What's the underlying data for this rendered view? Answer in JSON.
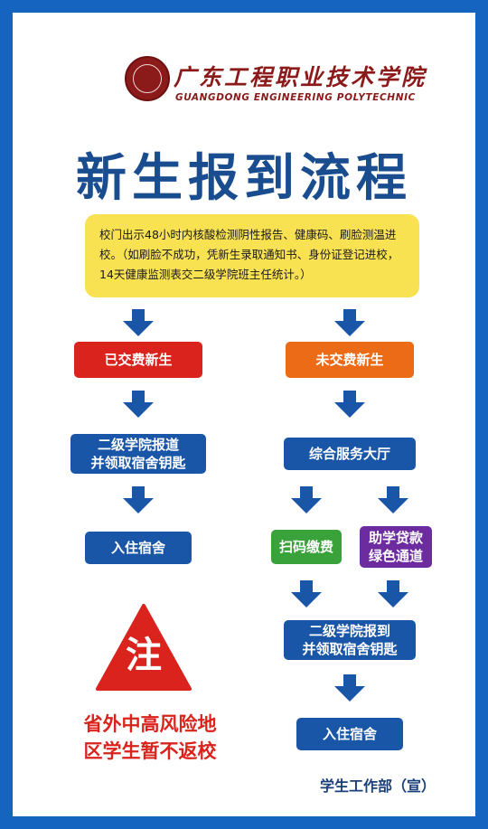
{
  "header": {
    "school_name_cn": "广东工程职业技术学院",
    "school_name_en": "GUANGDONG ENGINEERING POLYTECHNIC"
  },
  "title": "新生报到流程",
  "notice": "校门出示48小时内核酸检测阴性报告、健康码、刷脸测温进校。（如刷脸不成功，凭新生录取通知书、身份证登记进校，14天健康监测表交二级学院班主任统计。）",
  "left_flow": {
    "status": "已交费新生",
    "step1_line1": "二级学院报道",
    "step1_line2": "并领取宿舍钥匙",
    "step2": "入住宿舍"
  },
  "right_flow": {
    "status": "未交费新生",
    "hall": "综合服务大厅",
    "scan_pay": "扫码缴费",
    "loan_line1": "助学贷款",
    "loan_line2": "绿色通道",
    "step_line1": "二级学院报到",
    "step_line2": "并领取宿舍钥匙",
    "final": "入住宿舍"
  },
  "warning": {
    "symbol": "注",
    "line1": "省外中高风险地",
    "line2": "区学生暂不返校"
  },
  "footer": "学生工作部（宣）",
  "colors": {
    "frame": "#1565c0",
    "title": "#1a4d8f",
    "notice_bg": "#f9e252",
    "box_blue": "#1a56a8",
    "paid": "#d9231c",
    "unpaid": "#ec6b16",
    "scan": "#3aa23a",
    "loan": "#6c2b9e"
  }
}
